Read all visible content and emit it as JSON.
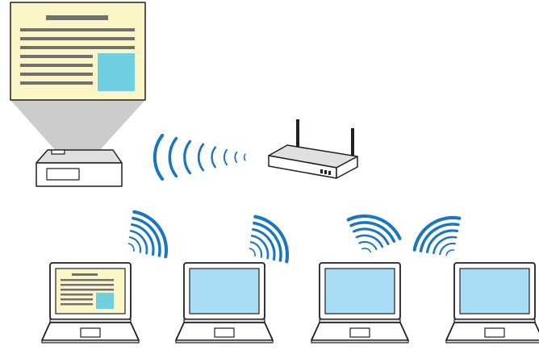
{
  "diagram": {
    "type": "wireless-projection-network",
    "nodes": [
      {
        "id": "projected-screen",
        "icon": "projection-screen-icon",
        "shows_document": true
      },
      {
        "id": "projector",
        "icon": "projector-icon"
      },
      {
        "id": "router",
        "icon": "wireless-router-icon"
      },
      {
        "id": "laptop-1",
        "icon": "laptop-icon",
        "shows_document": true
      },
      {
        "id": "laptop-2",
        "icon": "laptop-icon",
        "shows_document": false
      },
      {
        "id": "laptop-3",
        "icon": "laptop-icon",
        "shows_document": false
      },
      {
        "id": "laptop-4",
        "icon": "laptop-icon",
        "shows_document": false
      }
    ],
    "signals": [
      {
        "id": "projector-router-signal",
        "icon": "wifi-waves-icon"
      },
      {
        "id": "laptop-1-signal",
        "icon": "wifi-waves-icon"
      },
      {
        "id": "laptop-2-signal",
        "icon": "wifi-waves-icon"
      },
      {
        "id": "laptop-3-signal",
        "icon": "wifi-waves-icon"
      },
      {
        "id": "laptop-4-signal",
        "icon": "wifi-waves-icon"
      }
    ]
  },
  "colors": {
    "outline": "#231f20",
    "document_paper": "#fcf5c6",
    "document_lines": "#707070",
    "document_image": "#6fcfe1",
    "laptop_screen": "#a8dcf7",
    "projection_beam": "#cccccc",
    "device_body": "#ffffff",
    "device_shadow": "#e0e0e0",
    "signal_waves": "#1b77bd"
  }
}
